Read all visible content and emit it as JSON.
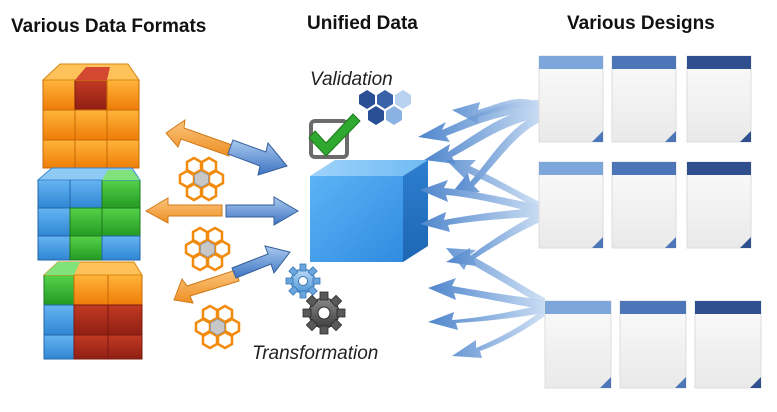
{
  "headings": {
    "left": "Various Data Formats",
    "center": "Unified Data",
    "right": "Various Designs"
  },
  "labels": {
    "validation": "Validation",
    "transformation": "Transformation"
  },
  "colors": {
    "orange": "#f28a0c",
    "dark_red": "#a6281a",
    "green": "#2fb52f",
    "blue": "#3c93dd",
    "unified_cube": "#4aa3ec",
    "arrow_orange": "#f5a443",
    "arrow_blue": "#4f86cc",
    "header_light": "#7da7da",
    "header_mid": "#4d76b8",
    "header_dark": "#2f4f8f"
  },
  "icons": {
    "validation": "checkbox-check-icon",
    "molecule": "hexagon-cluster-icon",
    "transformation": "gears-icon"
  }
}
